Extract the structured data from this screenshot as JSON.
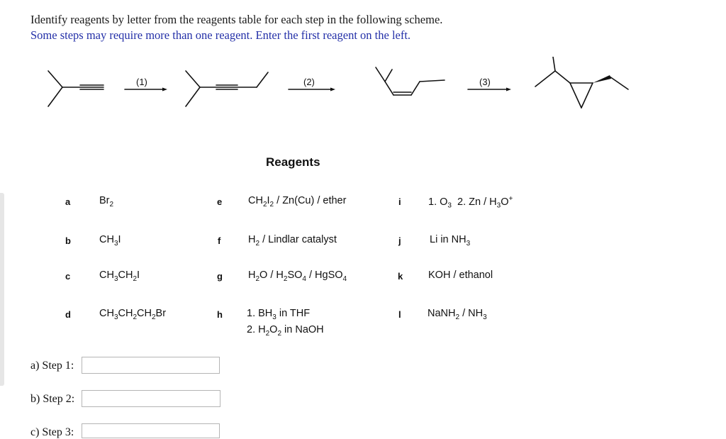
{
  "question": {
    "line1": "Identify reagents by letter from the reagents table for each step in the following scheme.",
    "line2": "Some steps may require more than one reagent. Enter the first reagent on the left."
  },
  "scheme": {
    "arrow1_label": "(1)",
    "arrow2_label": "(2)",
    "arrow3_label": "(3)"
  },
  "reagents_title": "Reagents",
  "reagents": {
    "a": {
      "letter": "a",
      "p1": "Br",
      "s1": "2"
    },
    "b": {
      "letter": "b",
      "p1": "CH",
      "s1": "3",
      "p2": "I"
    },
    "c": {
      "letter": "c",
      "p1": "CH",
      "s1": "3",
      "p2": "CH",
      "s2": "2",
      "p3": "I"
    },
    "d": {
      "letter": "d",
      "p1": "CH",
      "s1": "3",
      "p2": "CH",
      "s2": "2",
      "p3": "CH",
      "s3": "2",
      "p4": "Br"
    },
    "e": {
      "letter": "e",
      "p1": "CH",
      "s1": "2",
      "p2": "I",
      "s2": "2",
      "p3": " / Zn(Cu) / ether"
    },
    "f": {
      "letter": "f",
      "p1": "H",
      "s1": "2",
      "p2": " / Lindlar catalyst"
    },
    "g": {
      "letter": "g",
      "p1": "H",
      "s1": "2",
      "p2": "O / H",
      "s2": "2",
      "p3": "SO",
      "s3": "4",
      "p4": " / HgSO",
      "s4": "4"
    },
    "h": {
      "letter": "h",
      "l1p1": "1. BH",
      "l1s1": "3",
      "l1p2": " in THF",
      "l2p1": "2. H",
      "l2s1": "2",
      "l2p2": "O",
      "l2s2": "2",
      "l2p3": " in NaOH"
    },
    "i": {
      "letter": "i",
      "p1": "1. O",
      "s1": "3",
      "p2": "  2. Zn / H",
      "s2": "3",
      "p3": "O",
      "sup": "+"
    },
    "j": {
      "letter": "j",
      "p1": "Li in NH",
      "s1": "3"
    },
    "k": {
      "letter": "k",
      "p1": "KOH / ethanol"
    },
    "l": {
      "letter": "l",
      "p1": "NaNH",
      "s1": "2",
      "p2": " / NH",
      "s2": "3"
    }
  },
  "steps": [
    {
      "label": "a) Step 1:",
      "value": ""
    },
    {
      "label": "b) Step 2:",
      "value": ""
    },
    {
      "label": "c) Step 3:",
      "value": ""
    }
  ]
}
